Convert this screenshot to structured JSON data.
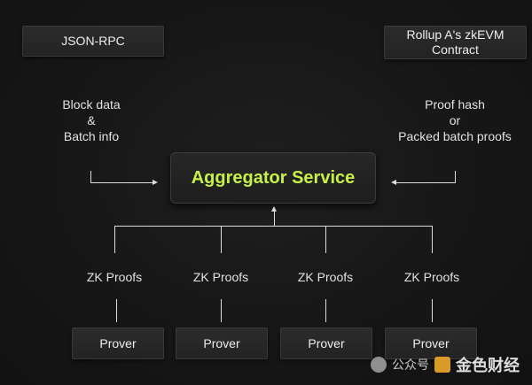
{
  "colors": {
    "background": "#161616",
    "box_fill": "#262626",
    "line": "#dcdcdc",
    "accent_green": "#c8f04a"
  },
  "nodes": {
    "json_rpc": "JSON-RPC",
    "rollup_contract_line1": "Rollup A's zkEVM",
    "rollup_contract_line2": "Contract",
    "aggregator": "Aggregator Service",
    "provers": [
      "Prover",
      "Prover",
      "Prover",
      "Prover"
    ]
  },
  "edge_labels": {
    "left_line1": "Block data",
    "left_line2": "&",
    "left_line3": "Batch info",
    "right_line1": "Proof hash",
    "right_line2": "or",
    "right_line3": "Packed batch proofs",
    "zk_proofs": [
      "ZK Proofs",
      "ZK Proofs",
      "ZK Proofs",
      "ZK Proofs"
    ]
  },
  "watermark": {
    "text": "公众号",
    "brand": "金色财经",
    "icon": "wechat-icon"
  }
}
